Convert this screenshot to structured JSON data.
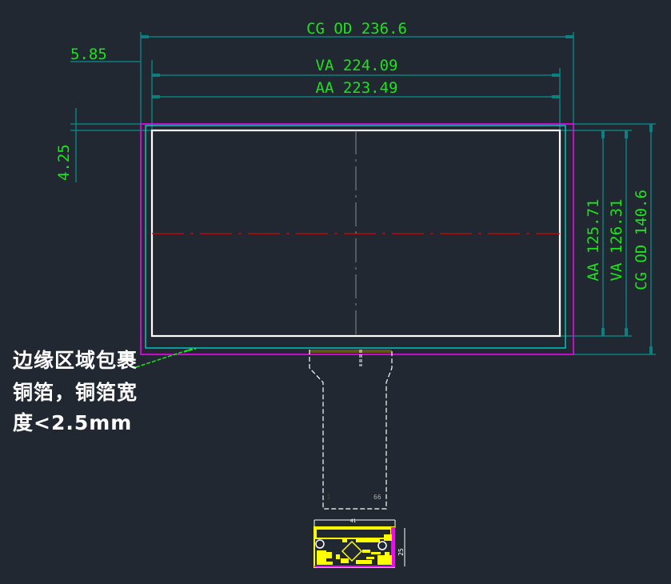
{
  "dimensions": {
    "cg_od_width": "CG OD 236.6",
    "va_width": "VA 224.09",
    "aa_width": "AA 223.49",
    "left_offset": "5.85",
    "top_offset": "4.25",
    "aa_height": "AA 125.71",
    "va_height": "VA 126.31",
    "cg_od_height": "CG OD 140.6"
  },
  "fpc": {
    "pin_first": "1",
    "pin_last": "66"
  },
  "pcb": {
    "width_label": "41",
    "height_label": "25"
  },
  "note": {
    "line1": "边缘区域包裹",
    "line2": "铜箔，铜箔宽",
    "line3": "度<2.5mm"
  },
  "colors": {
    "background": "#222831",
    "dimension": "#0a8080",
    "text": "#19e619",
    "outline": "#ff00ff",
    "va": "#00e5e5",
    "aa": "#ffffff",
    "centerline": "#e00000"
  }
}
